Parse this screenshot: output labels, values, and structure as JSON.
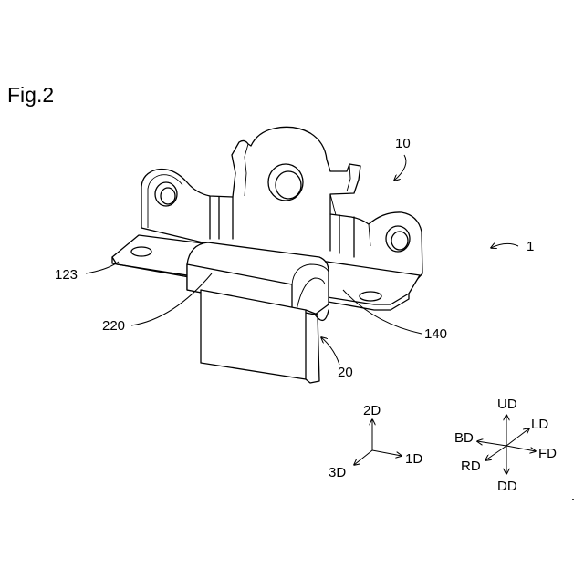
{
  "figure": {
    "title": "Fig.2"
  },
  "reference_labels": {
    "device": "1",
    "bracket": "10",
    "cover": "20",
    "flange": "123",
    "slot": "140",
    "cover_body": "220"
  },
  "axes_small": {
    "vertical": "2D",
    "horizontal": "1D",
    "depth": "3D"
  },
  "axes_large": {
    "up": "UD",
    "down": "DD",
    "left": "LD",
    "right": "RD",
    "front": "FD",
    "back": "BD"
  }
}
